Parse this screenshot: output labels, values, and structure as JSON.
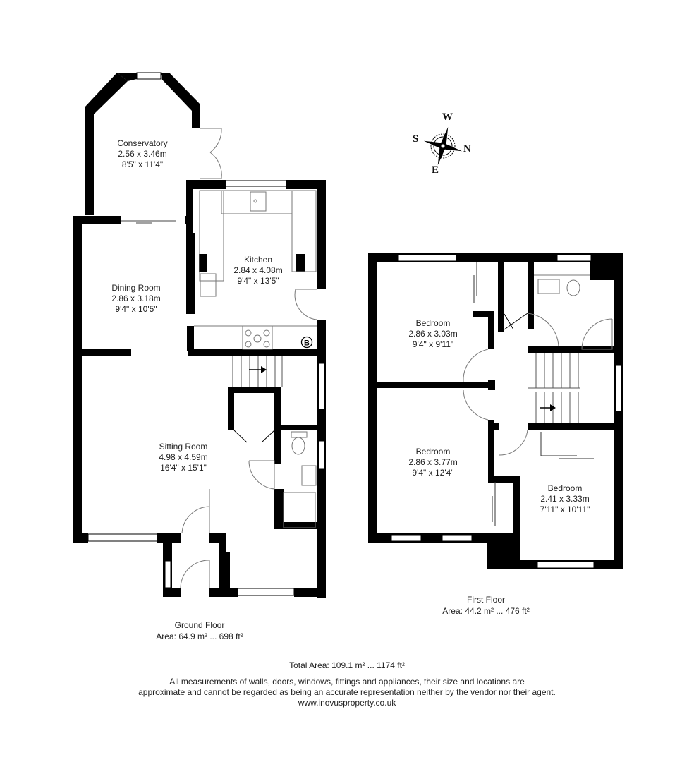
{
  "ground_floor": {
    "title": "Ground Floor",
    "area": "Area: 64.9 m² ... 698 ft²",
    "rooms": [
      {
        "name": "Conservatory",
        "metric": "2.56 x 3.46m",
        "imperial": "8'5\" x 11'4\""
      },
      {
        "name": "Kitchen",
        "metric": "2.84 x 4.08m",
        "imperial": "9'4\" x 13'5\""
      },
      {
        "name": "Dining Room",
        "metric": "2.86 x 3.18m",
        "imperial": "9'4\" x 10'5\""
      },
      {
        "name": "Sitting Room",
        "metric": "4.98 x 4.59m",
        "imperial": "16'4\" x 15'1\""
      }
    ],
    "boiler_label": "B"
  },
  "first_floor": {
    "title": "First Floor",
    "area": "Area: 44.2 m² ... 476 ft²",
    "rooms": [
      {
        "name": "Bedroom",
        "metric": "2.86 x 3.03m",
        "imperial": "9'4\" x 9'11\""
      },
      {
        "name": "Bedroom",
        "metric": "2.86 x 3.77m",
        "imperial": "9'4\" x 12'4\""
      },
      {
        "name": "Bedroom",
        "metric": "2.41 x 3.33m",
        "imperial": "7'11\" x 10'11\""
      }
    ]
  },
  "compass": {
    "top": "W",
    "left": "S",
    "right": "N",
    "bottom": "E"
  },
  "footer": {
    "total_area": "Total Area: 109.1 m² ... 1174 ft²",
    "disclaimer_line1": "All measurements of walls, doors, windows, fittings and appliances, their size and locations are",
    "disclaimer_line2": "approximate and cannot be regarded as being an accurate representation neither by the vendor nor their agent.",
    "website": "www.inovusproperty.co.uk"
  },
  "colors": {
    "wall": "#000000",
    "background": "#ffffff",
    "fixture_line": "#777777"
  }
}
